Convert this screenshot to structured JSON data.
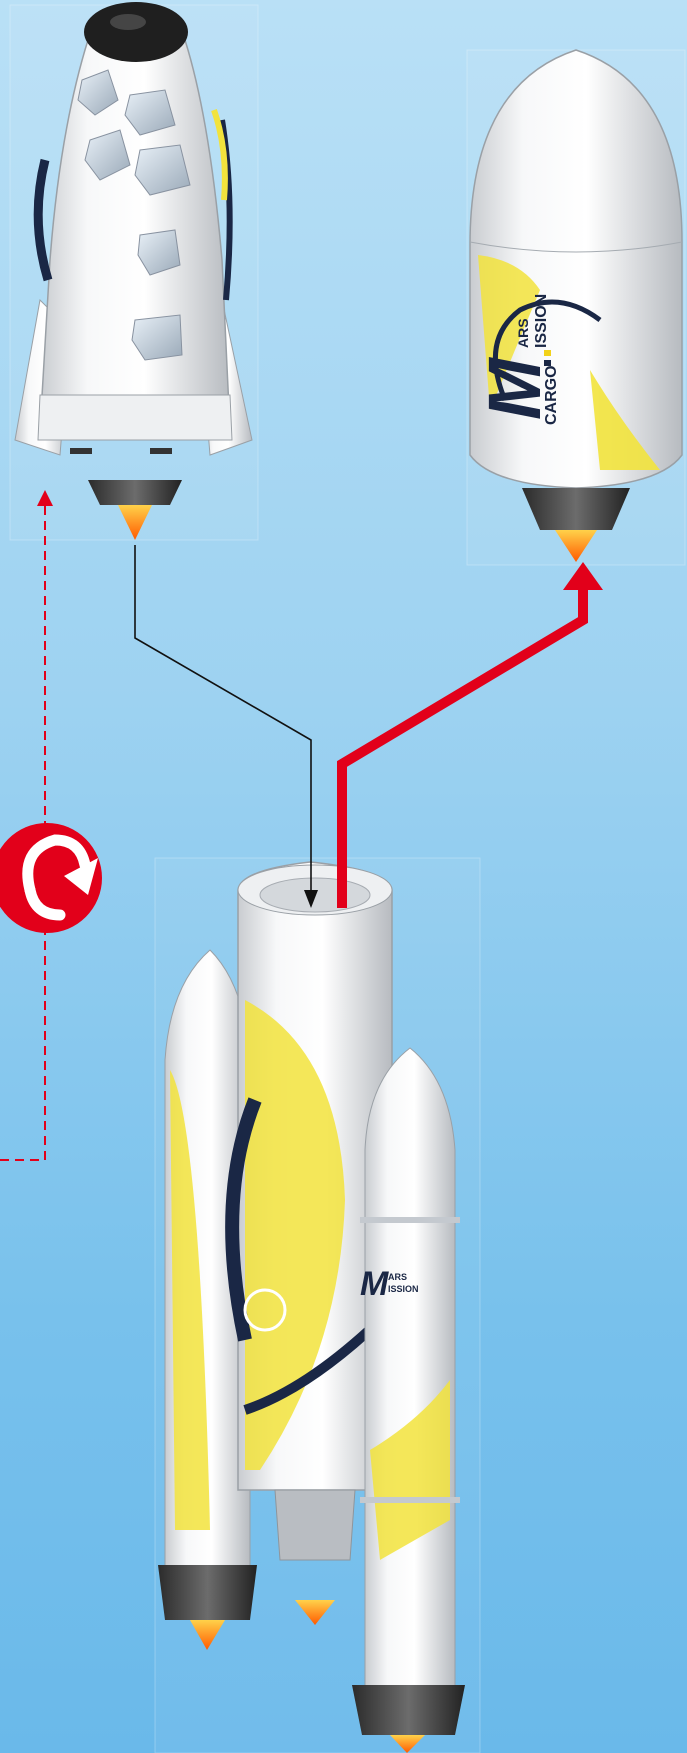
{
  "diagram": {
    "background_top": "#b9e0f6",
    "background_bottom": "#6ab9ea",
    "arrow_color": "#e2001a",
    "connector_color": "#111111",
    "components": [
      {
        "id": "shuttle",
        "description_icon": "space-shuttle"
      },
      {
        "id": "cargo",
        "description_icon": "cargo-capsule"
      },
      {
        "id": "rocket",
        "description_icon": "launch-rocket"
      }
    ],
    "cargo_logo": {
      "line1": "ARS",
      "line2": "ISSION",
      "line3": "CARGO",
      "big_letter": "M"
    },
    "booster_logo": {
      "big_letter": "M",
      "line1": "ARS",
      "line2": "ISSION"
    },
    "rotate_icon": "rotate-icon"
  }
}
